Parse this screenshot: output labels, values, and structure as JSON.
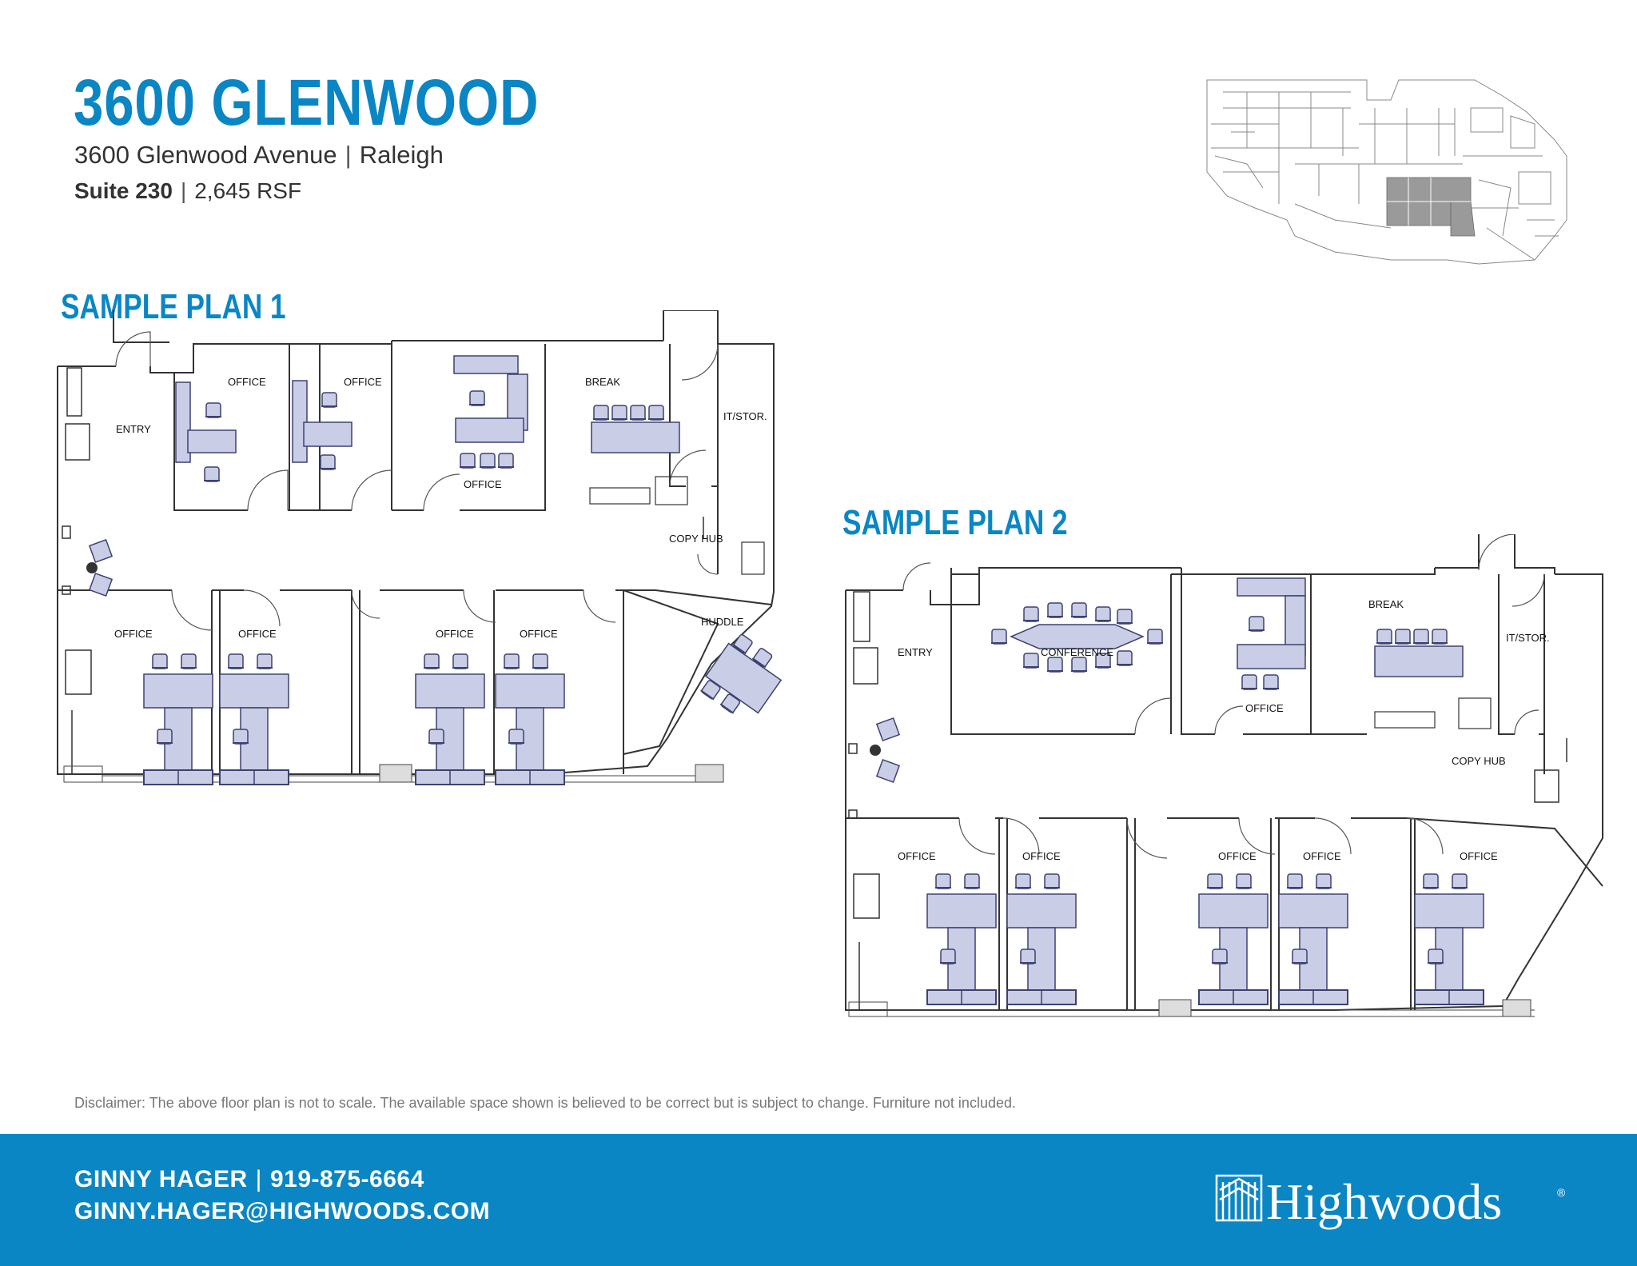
{
  "header": {
    "title": "3600 GLENWOOD",
    "address": "3600 Glenwood Avenue",
    "city": "Raleigh",
    "suite": "Suite 230",
    "area": "2,645 RSF"
  },
  "plan1": {
    "heading": "SAMPLE PLAN 1",
    "labels": {
      "entry": "ENTRY",
      "office_a": "OFFICE",
      "office_b": "OFFICE",
      "office_c": "OFFICE",
      "break": "BREAK",
      "it": "IT/STOR.",
      "copy": "COPY HUB",
      "office_d": "OFFICE",
      "office_e": "OFFICE",
      "office_f": "OFFICE",
      "office_g": "OFFICE",
      "huddle": "HUDDLE"
    }
  },
  "plan2": {
    "heading": "SAMPLE PLAN 2",
    "labels": {
      "entry": "ENTRY",
      "conference": "CONFERENCE",
      "office_a": "OFFICE",
      "break": "BREAK",
      "it": "IT/STOR.",
      "copy": "COPY HUB",
      "office_b": "OFFICE",
      "office_c": "OFFICE",
      "office_d": "OFFICE",
      "office_e": "OFFICE",
      "office_f": "OFFICE"
    }
  },
  "disclaimer": "Disclaimer: The above floor plan is not to scale. The available space shown is believed to be correct but is subject to change. Furniture not included.",
  "footer": {
    "name": "GINNY HAGER",
    "phone": "919-875-6664",
    "email": "GINNY.HAGER@HIGHWOODS.COM",
    "logo": "Highwoods",
    "logo_mark": "®"
  },
  "colors": {
    "brand_blue": "#0a86c4",
    "furniture": "#c9cde6",
    "furniture_stroke": "#3d4170",
    "highlight_suite": "#9a9a9a"
  }
}
